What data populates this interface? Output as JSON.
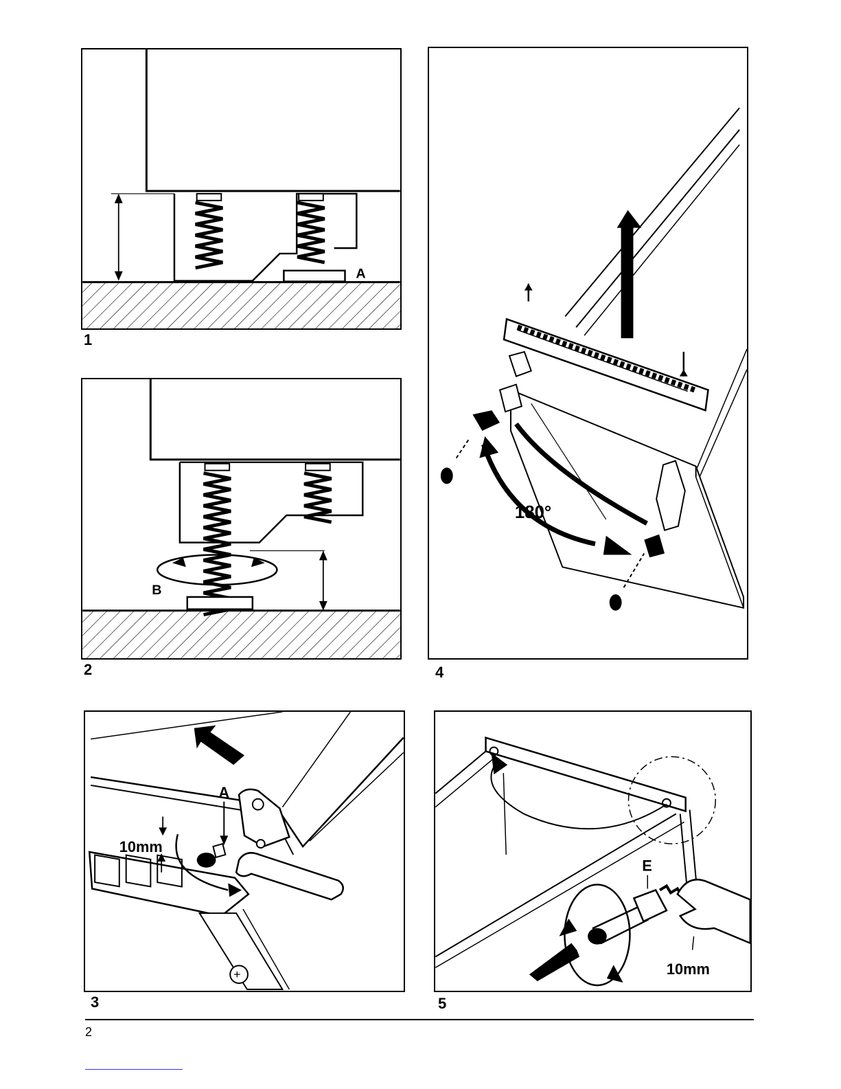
{
  "figures": [
    {
      "number": "1",
      "labels": {
        "a": "A"
      }
    },
    {
      "number": "2",
      "labels": {
        "b": "B"
      }
    },
    {
      "number": "3",
      "labels": {
        "a": "A",
        "gap": "10mm"
      }
    },
    {
      "number": "4",
      "labels": {
        "angle": "180°"
      }
    },
    {
      "number": "5",
      "labels": {
        "e": "E",
        "wrench": "10mm"
      }
    }
  ],
  "page_number": "2"
}
